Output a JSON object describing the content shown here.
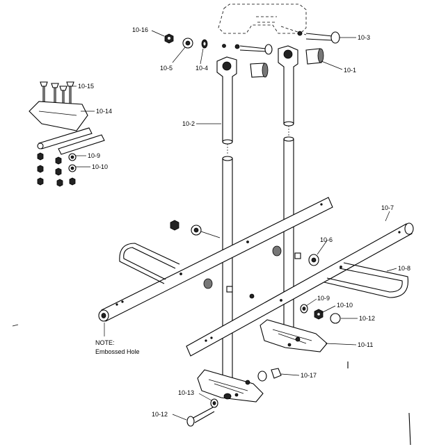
{
  "labels": {
    "p10_16": "10-16",
    "p10_5": "10-5",
    "p10_4": "10-4",
    "p10_3": "10-3",
    "p10_1": "10-1",
    "p10_2": "10-2",
    "p10_15": "10-15",
    "p10_14": "10-14",
    "p10_9_inset": "10-9",
    "p10_10_inset": "10-10",
    "p10_7": "10-7",
    "p10_6": "10-6",
    "p10_8": "10-8",
    "p10_9": "10-9",
    "p10_10": "10-10",
    "p10_12_right": "10-12",
    "p10_11": "10-11",
    "p10_17": "10-17",
    "p10_13": "10-13",
    "p10_12_bottom": "10-12"
  },
  "note": {
    "line1": "NOTE:",
    "line2": "Embossed Hole"
  }
}
